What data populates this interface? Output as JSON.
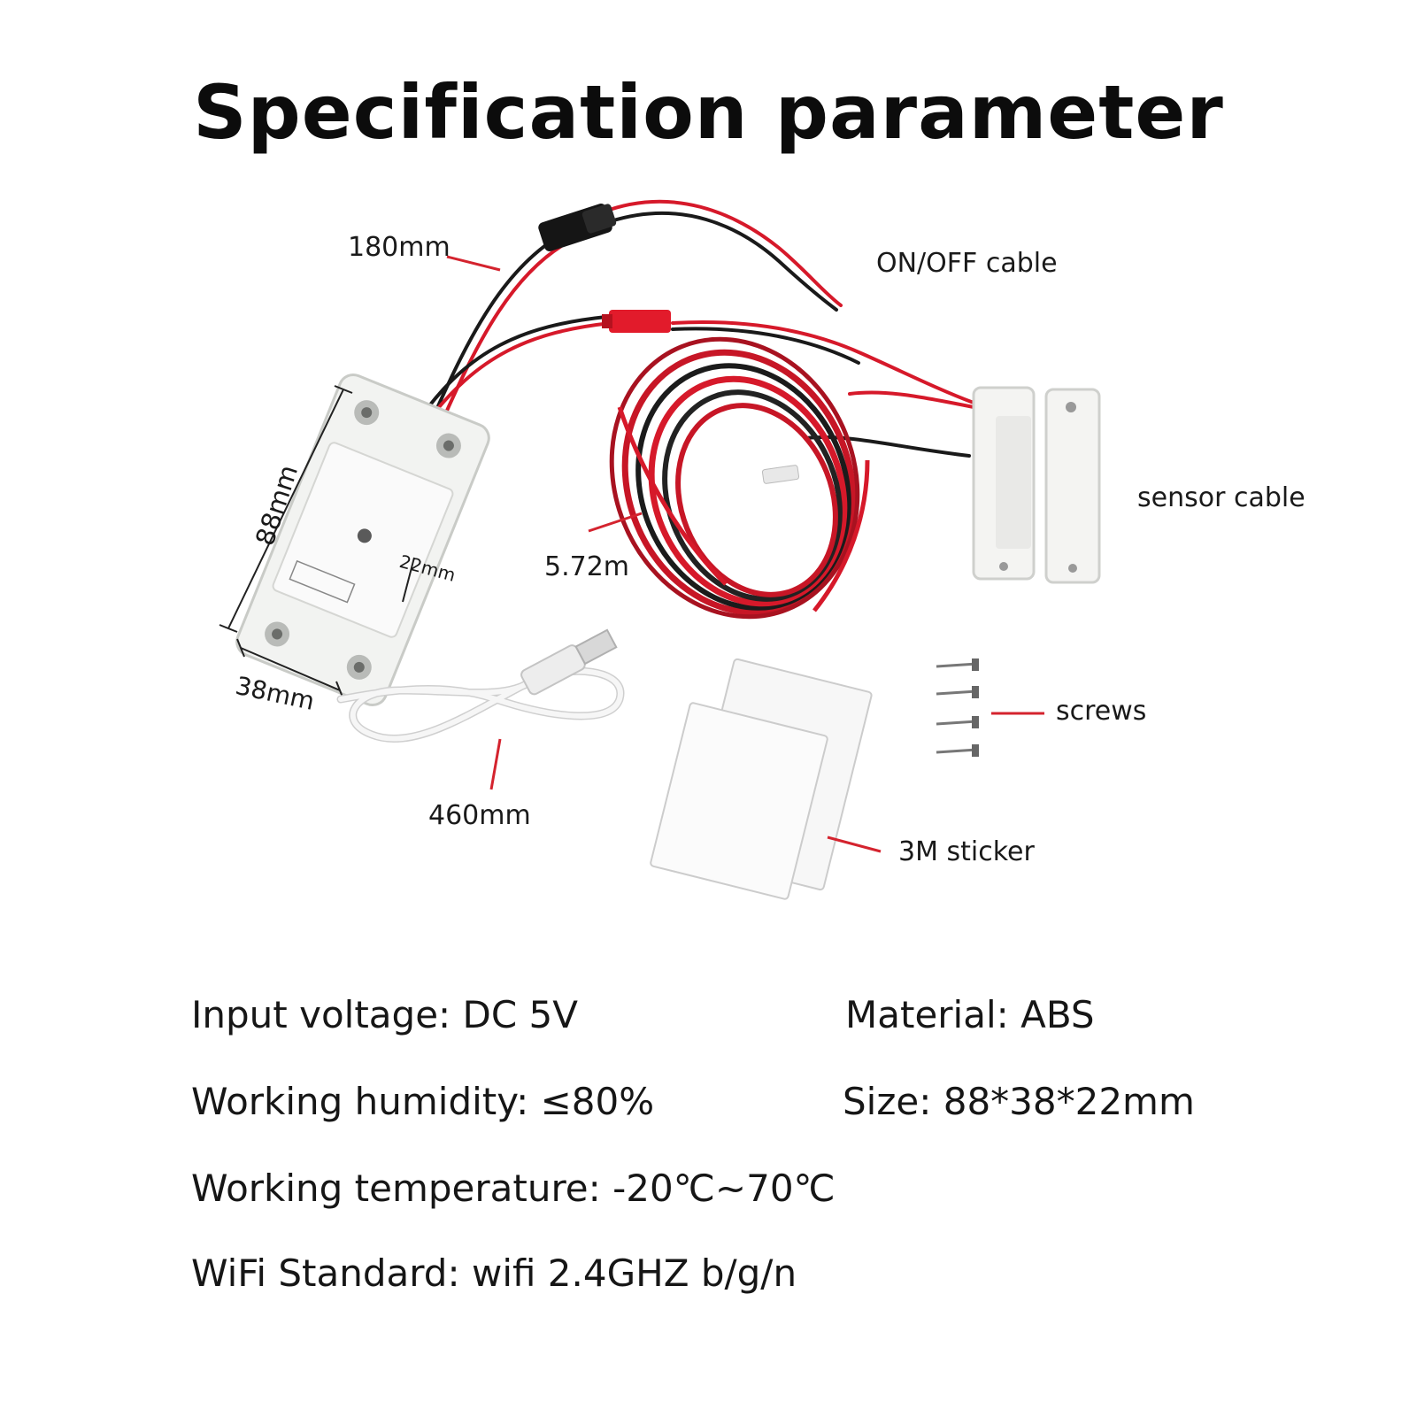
{
  "title": "Specification parameter",
  "callouts": {
    "cable_180": "180mm",
    "onoff_cable": "ON/OFF cable",
    "dim_88": "88mm",
    "dim_22": "22mm",
    "sensor_cable": "sensor cable",
    "len_572": "5.72m",
    "dim_38": "38mm",
    "screws": "screws",
    "usb_460": "460mm",
    "sticker_3m": "3M sticker"
  },
  "specs": {
    "input_voltage": "Input voltage: DC 5V",
    "material": "Material: ABS",
    "humidity": "Working humidity: ≤80%",
    "size": "Size:  88*38*22mm",
    "temperature": "Working temperature: -20℃~70℃",
    "wifi": "WiFi Standard: wifi 2.4GHZ b/g/n"
  },
  "colors": {
    "wire_red": "#d6192a",
    "wire_black": "#1a1a1a",
    "callout_line": "#d4232e",
    "plastic_white": "#f2f3f1"
  }
}
